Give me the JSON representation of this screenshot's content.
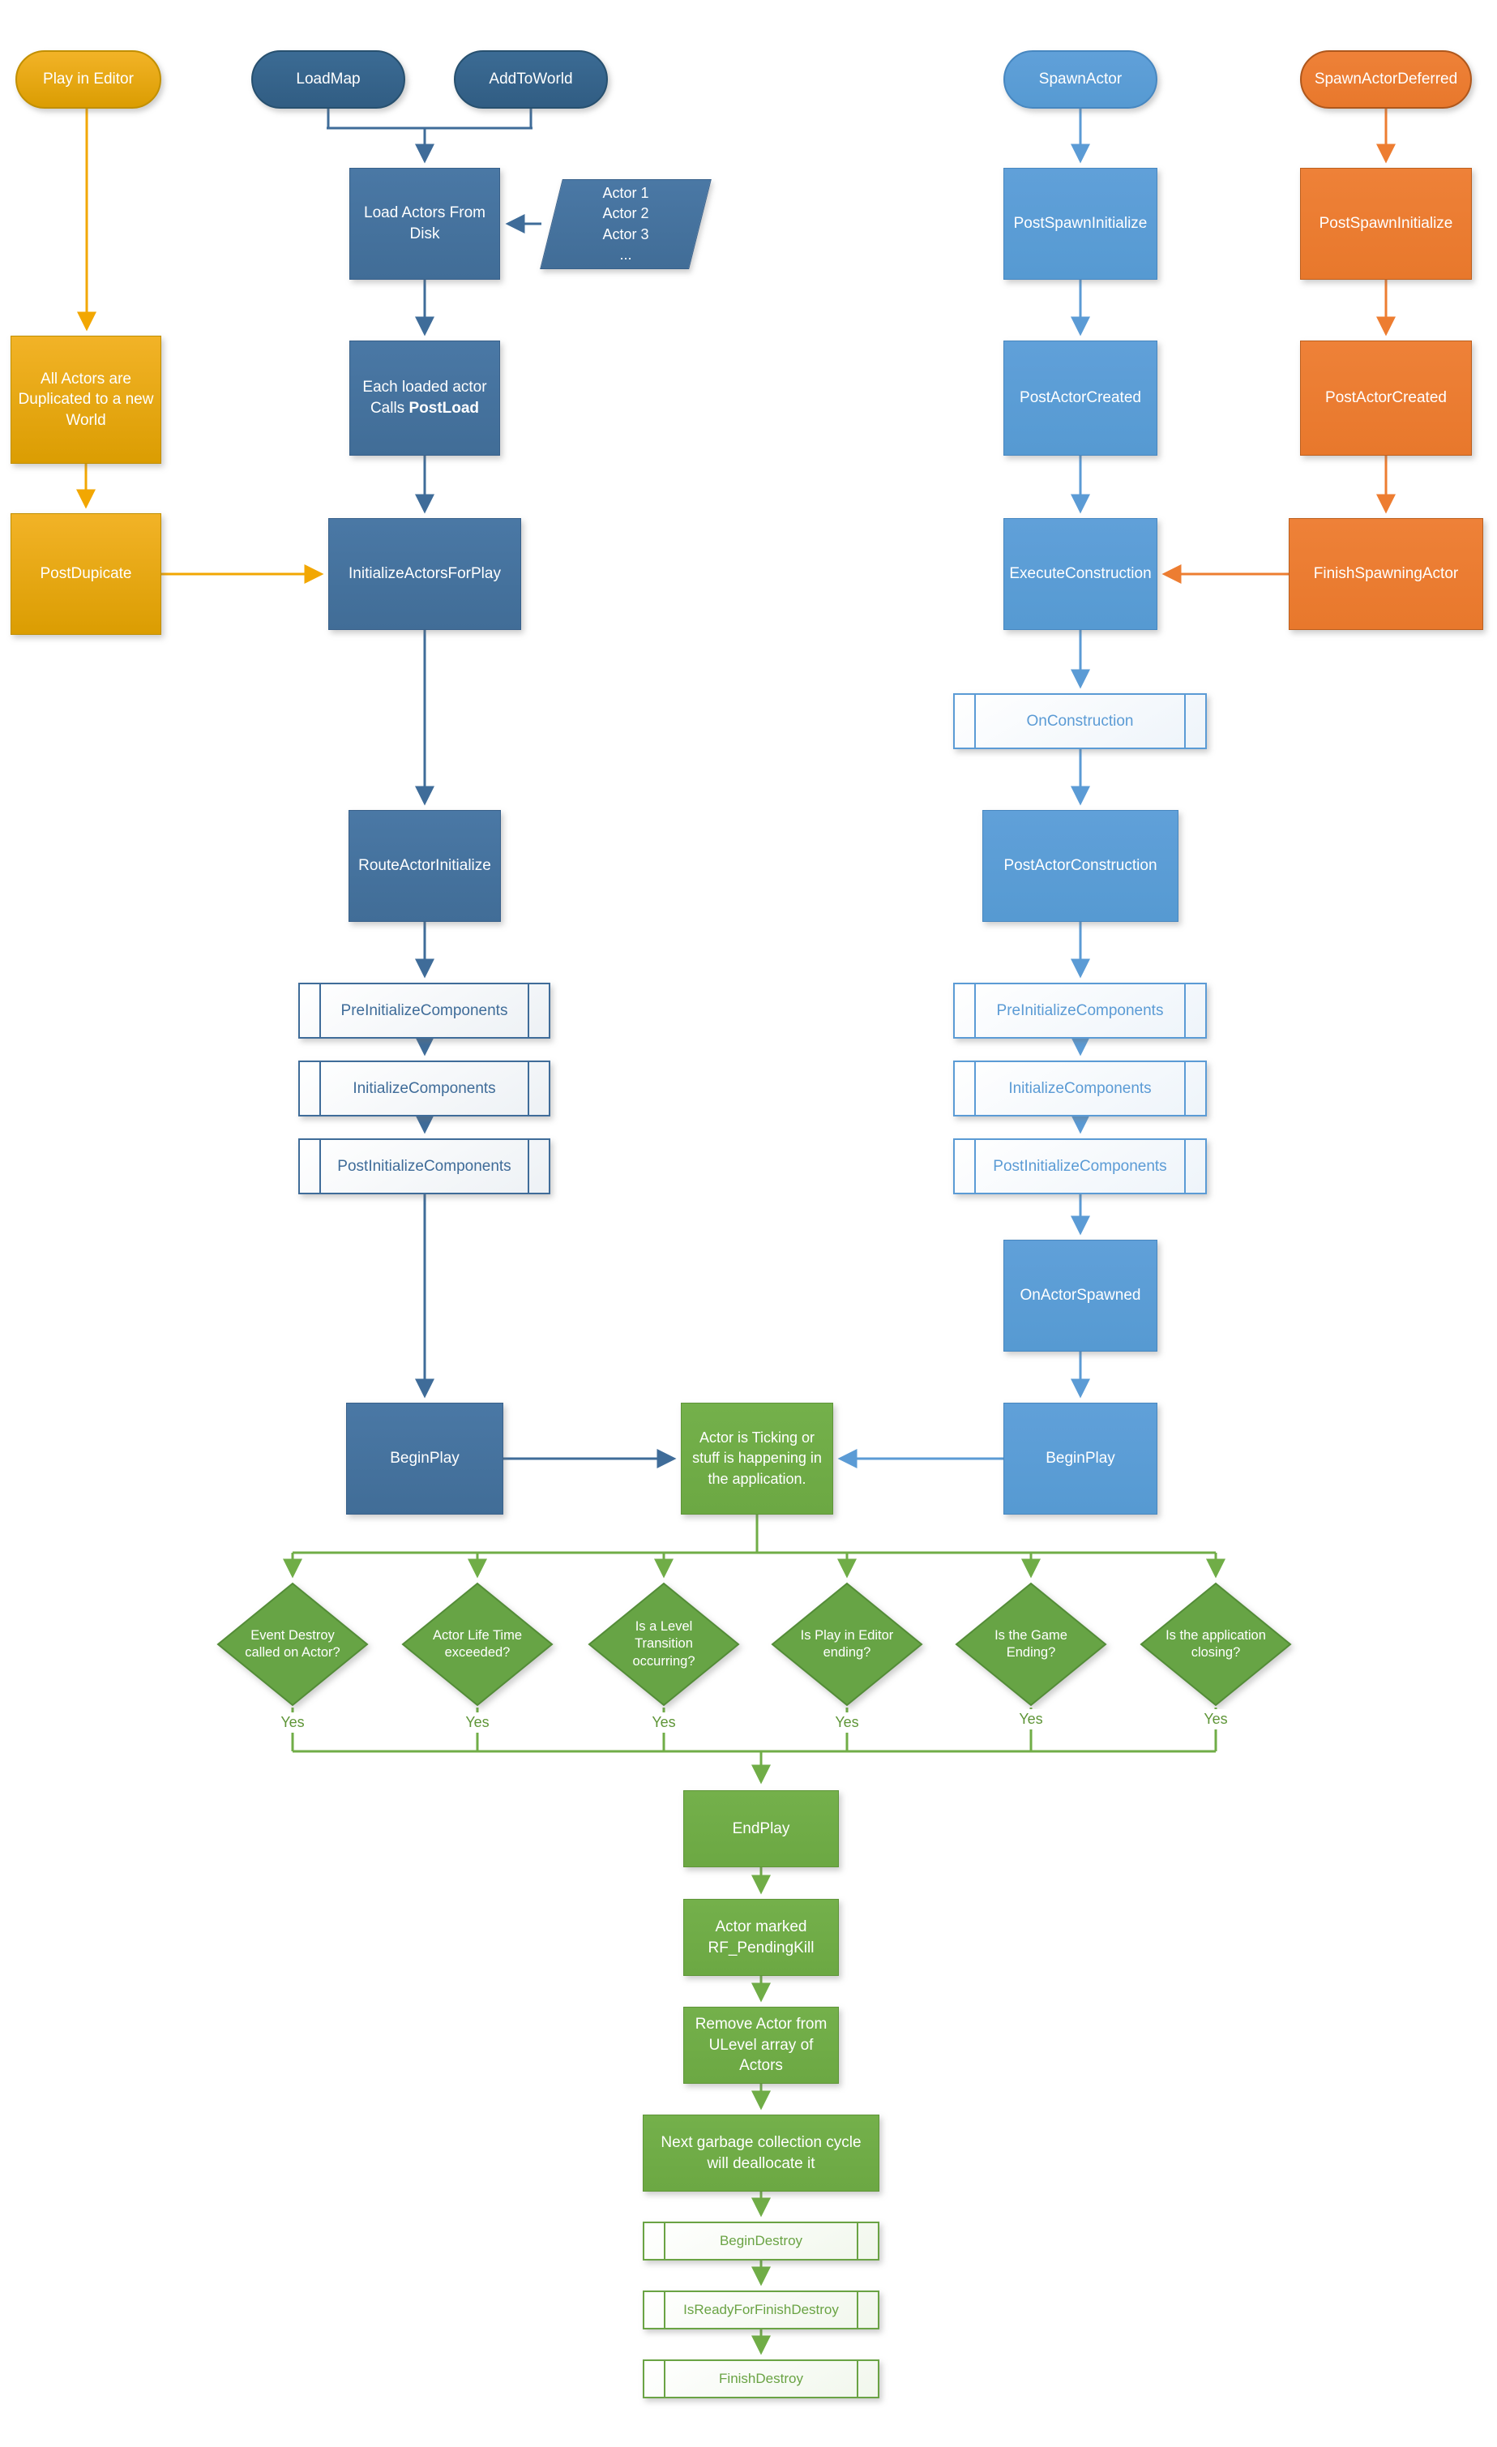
{
  "colors": {
    "gold": "#E3A408",
    "dark_blue": "#44719D",
    "pill_blue": "#35648A",
    "medium_blue": "#5B9BD5",
    "orange": "#ED7D31",
    "green": "#70AD47",
    "diamond_green": "#67A445"
  },
  "terminators": {
    "play_in_editor": "Play in Editor",
    "load_map": "LoadMap",
    "add_to_world": "AddToWorld",
    "spawn_actor": "SpawnActor",
    "spawn_actor_deferred": "SpawnActorDeferred"
  },
  "editor_flow": {
    "all_actors": "All Actors are Duplicated to a new World",
    "post_dupicate": "PostDupicate"
  },
  "load_flow": {
    "load_actors": "Load Actors From Disk",
    "actor_list": "Actor 1\nActor 2\nActor 3\n...",
    "each_loaded_line1": "Each loaded actor",
    "each_loaded_calls": "Calls ",
    "post_load": "PostLoad",
    "initialize_actors_for_play": "InitializeActorsForPlay",
    "route_actor_initialize": "RouteActorInitialize",
    "pre_initialize_components": "PreInitializeComponents",
    "initialize_components": "InitializeComponents",
    "post_initialize_components": "PostInitializeComponents",
    "begin_play": "BeginPlay"
  },
  "spawn_flow": {
    "post_spawn_initialize": "PostSpawnInitialize",
    "post_actor_created": "PostActorCreated",
    "execute_construction": "ExecuteConstruction",
    "on_construction": "OnConstruction",
    "post_actor_construction": "PostActorConstruction",
    "pre_initialize_components": "PreInitializeComponents",
    "initialize_components": "InitializeComponents",
    "post_initialize_components": "PostInitializeComponents",
    "on_actor_spawned": "OnActorSpawned",
    "begin_play": "BeginPlay"
  },
  "deferred_flow": {
    "post_spawn_initialize": "PostSpawnInitialize",
    "post_actor_created": "PostActorCreated",
    "finish_spawning_actor": "FinishSpawningActor"
  },
  "ticking": {
    "text": "Actor is Ticking or stuff is happening in the application."
  },
  "decisions": [
    {
      "label": "Event Destroy called on Actor?",
      "answer": "Yes"
    },
    {
      "label": "Actor Life Time exceeded?",
      "answer": "Yes"
    },
    {
      "label": "Is a Level Transition occurring?",
      "answer": "Yes"
    },
    {
      "label": "Is Play in Editor ending?",
      "answer": "Yes"
    },
    {
      "label": "Is the Game Ending?",
      "answer": "Yes"
    },
    {
      "label": "Is the application closing?",
      "answer": "Yes"
    }
  ],
  "teardown": {
    "end_play": "EndPlay",
    "pending_kill": "Actor marked RF_PendingKill",
    "remove_actor": "Remove Actor from ULevel array of Actors",
    "garbage_collection": "Next garbage collection cycle will deallocate it",
    "begin_destroy": "BeginDestroy",
    "is_ready_for_finish_destroy": "IsReadyForFinishDestroy",
    "finish_destroy": "FinishDestroy"
  }
}
